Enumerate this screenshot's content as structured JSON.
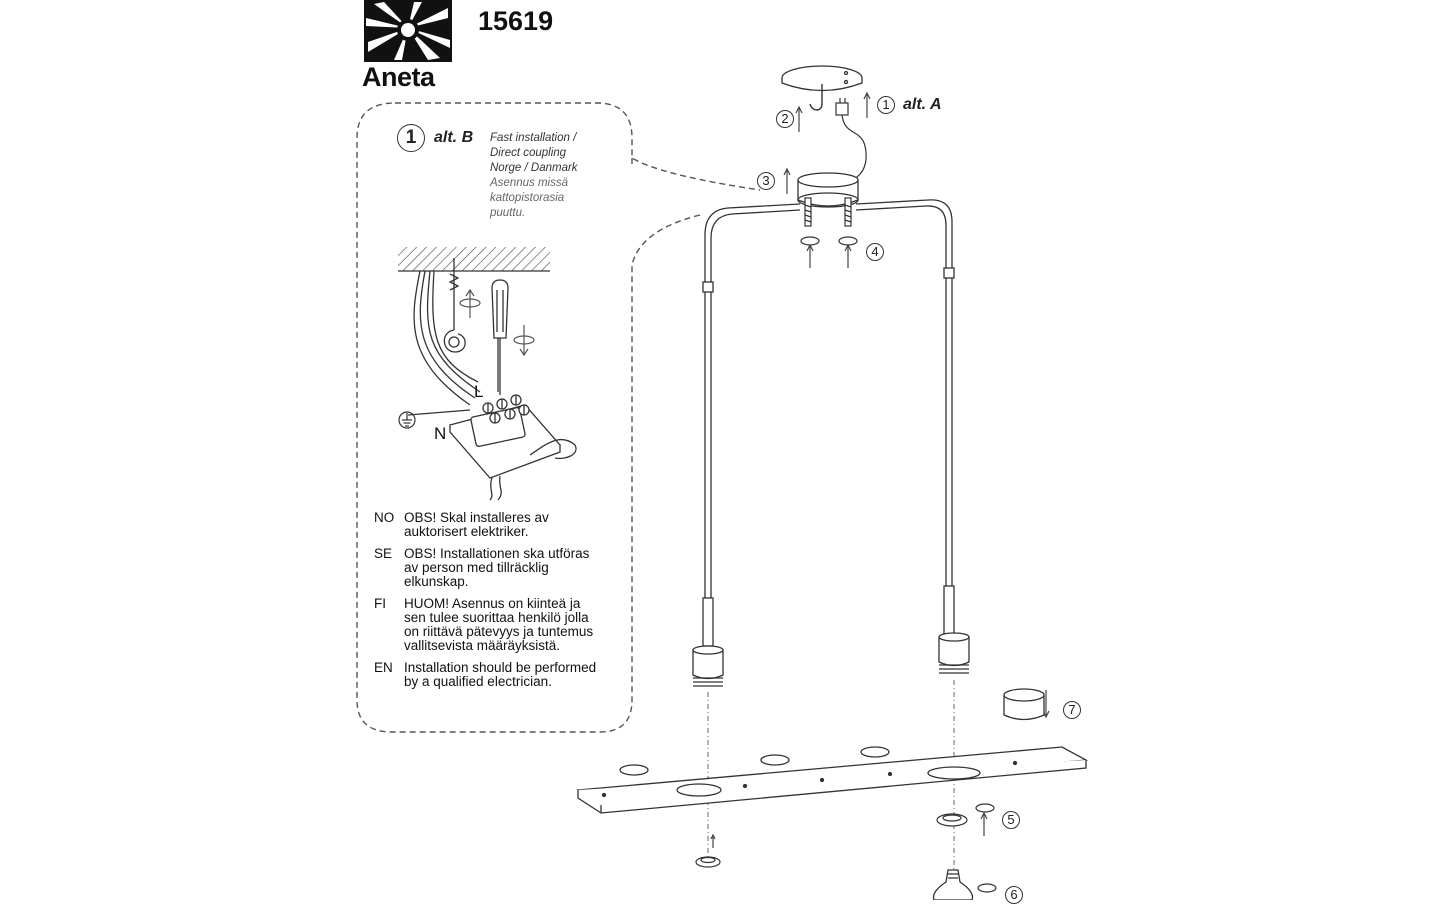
{
  "brand": {
    "name": "Aneta"
  },
  "product_number": "15619",
  "alt_a": {
    "step": "1",
    "label": "alt. A"
  },
  "alt_b": {
    "step": "1",
    "label": "alt. B",
    "notes": [
      "Fast installation /",
      "Direct coupling",
      "Norge / Danmark"
    ],
    "notes_fi": [
      "Asennus missä",
      "kattopistorasia",
      "puuttu."
    ]
  },
  "wire_labels": {
    "live": "L",
    "neutral": "N"
  },
  "warnings": [
    {
      "lang": "NO",
      "lines": [
        "OBS! Skal installeres av",
        "auktorisert elektriker."
      ]
    },
    {
      "lang": "SE",
      "lines": [
        "OBS! Installationen ska utföras",
        "av person med tillräcklig",
        "elkunskap."
      ]
    },
    {
      "lang": "FI",
      "lines": [
        "HUOM! Asennus on kiinteä ja",
        "sen tulee suorittaa henkilö jolla",
        "on riittävä pätevyys ja tuntemus",
        "vallitsevista määräyksistä."
      ]
    },
    {
      "lang": "EN",
      "lines": [
        "Installation should be performed",
        "by a qualified electrician."
      ]
    }
  ],
  "steps": {
    "s2": "2",
    "s3": "3",
    "s4": "4",
    "s5": "5",
    "s6": "6",
    "s7": "7"
  },
  "colors": {
    "line": "#333333",
    "dashed": "#555555",
    "background": "#ffffff"
  }
}
